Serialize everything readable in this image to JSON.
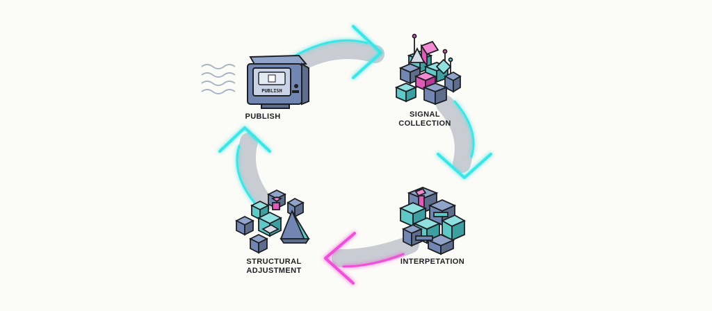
{
  "stages": {
    "publish": {
      "lines": [
        "PUBLISH"
      ],
      "screen_text": "PUBLISH"
    },
    "signal_collection": {
      "lines": [
        "SIGNAL",
        "COLLECTION"
      ]
    },
    "interpretation": {
      "lines": [
        "INTERPETATION"
      ]
    },
    "structural_adjustment": {
      "lines": [
        "STRUCTURAL",
        "ADJUSTMENT"
      ]
    }
  },
  "colors": {
    "arc": "#c9ccd3",
    "neon_cyan": "#3ee6e6",
    "neon_magenta": "#f04fd8",
    "cube_teal": "#5fc9c7",
    "cube_slate": "#5f6d8c",
    "cube_pink": "#e05ab8",
    "outline": "#1d1f24",
    "background": "#fbfbf7"
  },
  "icons": [
    "tv-monitor-icon",
    "signal-cube-cluster-icon",
    "interlocking-cubes-icon",
    "scattered-cubes-pyramid-icon"
  ]
}
